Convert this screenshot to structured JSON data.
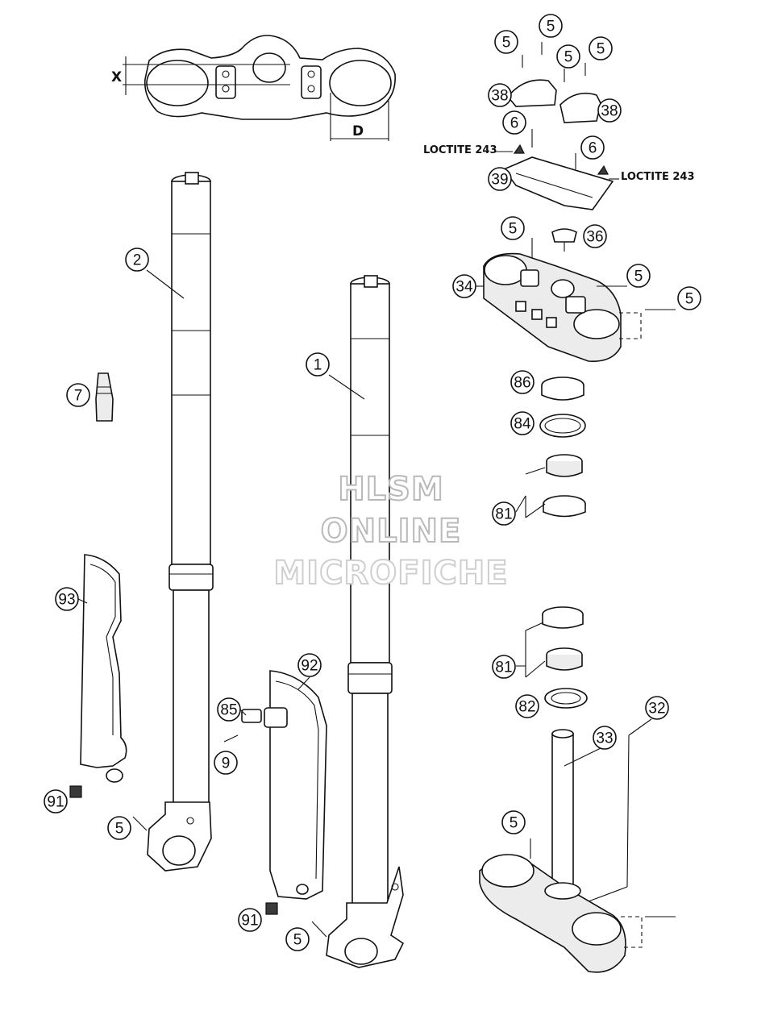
{
  "callouts": [
    {
      "label": "1"
    },
    {
      "label": "2"
    },
    {
      "label": "5"
    },
    {
      "label": "5"
    },
    {
      "label": "5"
    },
    {
      "label": "5"
    },
    {
      "label": "5"
    },
    {
      "label": "5"
    },
    {
      "label": "5"
    },
    {
      "label": "5"
    },
    {
      "label": "5"
    },
    {
      "label": "5"
    },
    {
      "label": "6"
    },
    {
      "label": "6"
    },
    {
      "label": "7"
    },
    {
      "label": "9"
    },
    {
      "label": "32"
    },
    {
      "label": "33"
    },
    {
      "label": "34"
    },
    {
      "label": "36"
    },
    {
      "label": "38"
    },
    {
      "label": "38"
    },
    {
      "label": "39"
    },
    {
      "label": "81"
    },
    {
      "label": "81"
    },
    {
      "label": "82"
    },
    {
      "label": "84"
    },
    {
      "label": "85"
    },
    {
      "label": "86"
    },
    {
      "label": "91"
    },
    {
      "label": "91"
    },
    {
      "label": "92"
    },
    {
      "label": "93"
    }
  ],
  "notes": {
    "loctite_left": "LOCTITE 243",
    "loctite_right": "LOCTITE 243"
  },
  "dimensions": {
    "x_label": "X",
    "d_label": "D"
  },
  "watermark": {
    "line1": "HLSM",
    "line2": "ONLINE",
    "line3": "MICROFICHE"
  }
}
